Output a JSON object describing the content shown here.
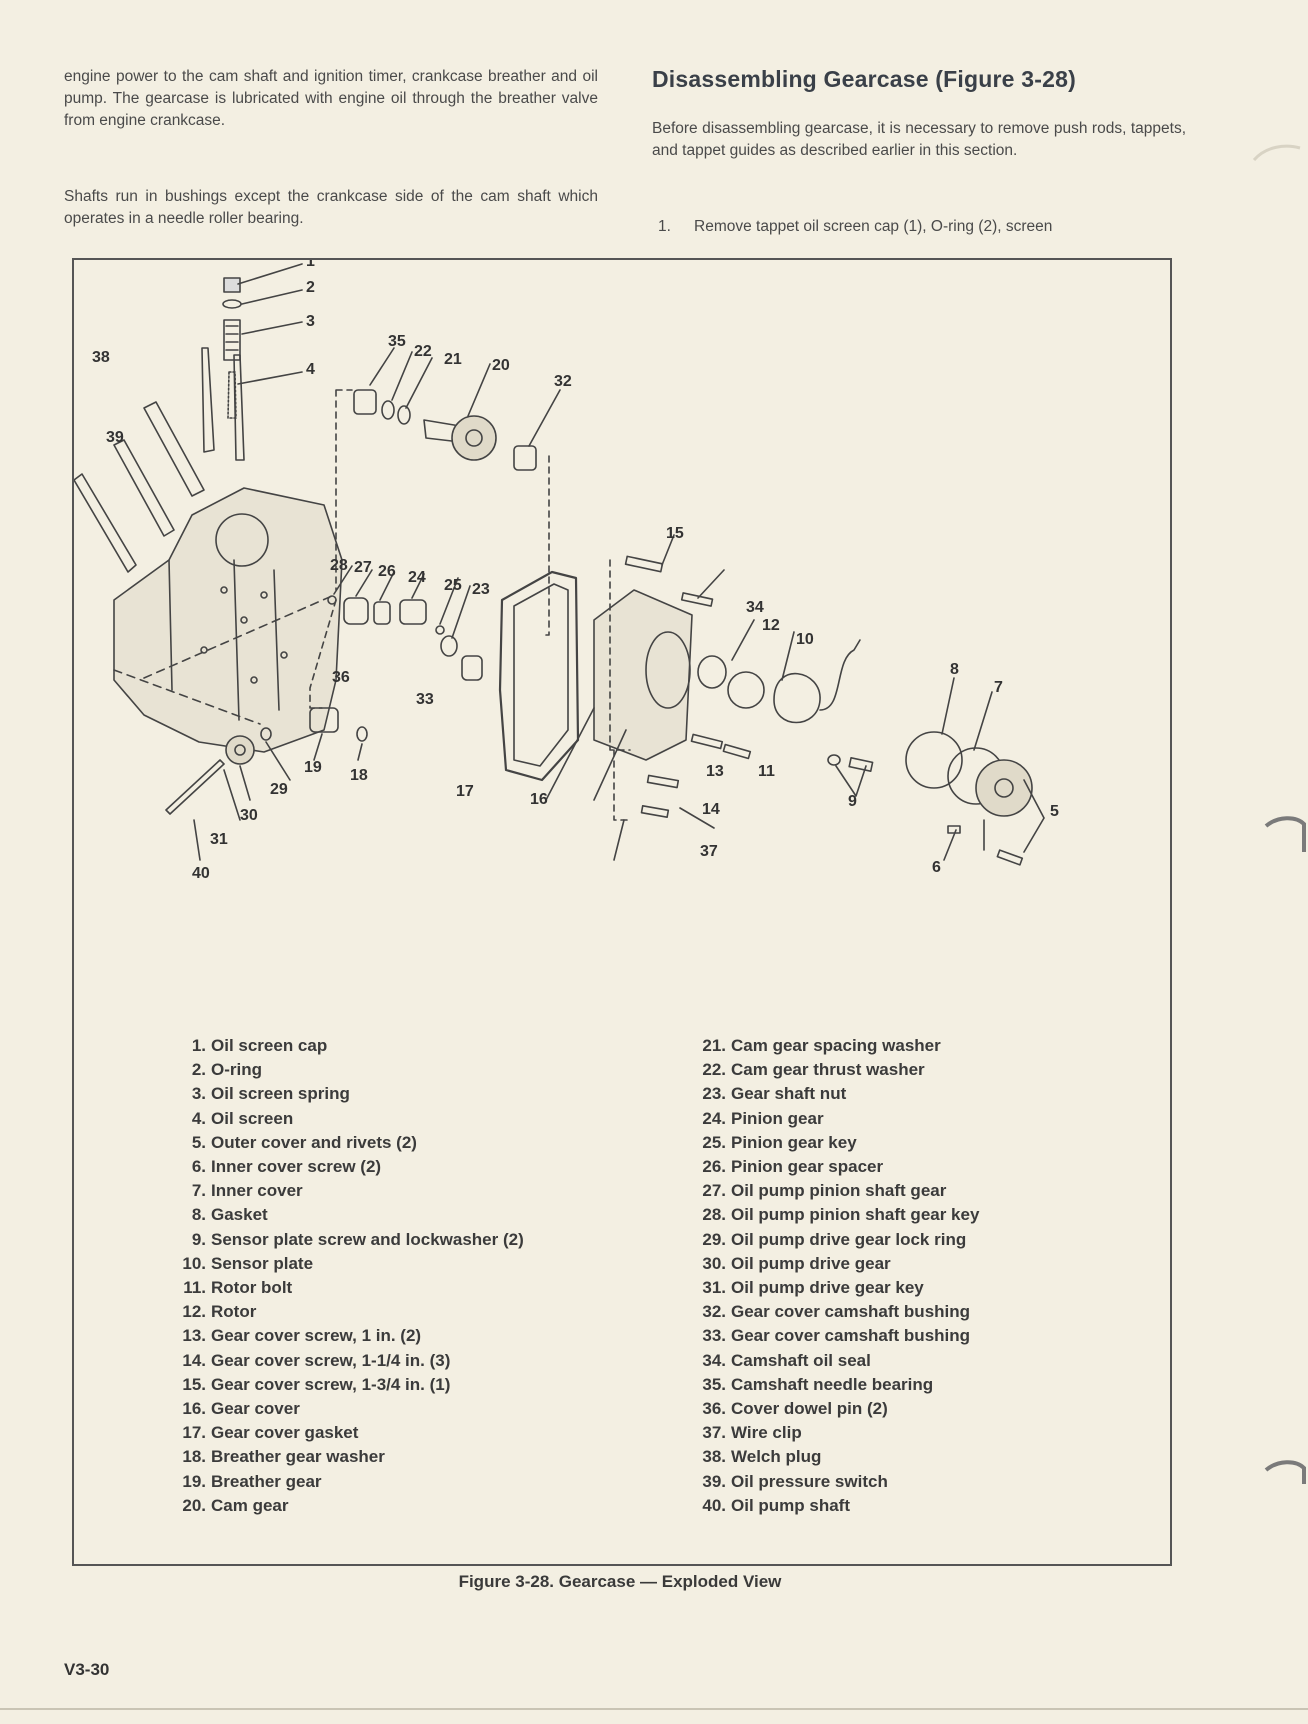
{
  "left_column": {
    "paragraph_1": "engine power to the cam shaft and ignition timer, crankcase breather and oil pump. The gearcase is lubricated with engine oil through the breather valve from engine crankcase.",
    "paragraph_2": "Shafts run in bushings except the crankcase side of the cam shaft which operates in a needle roller bearing."
  },
  "right_column": {
    "heading": "Disassembling Gearcase (Figure 3-28)",
    "paragraph": "Before disassembling gearcase, it is necessary to remove push rods, tappets, and tappet guides as described earlier in this section.",
    "step_1_number": "1.",
    "step_1_text": "Remove tappet oil screen cap (1), O-ring (2), screen"
  },
  "figure": {
    "callouts": [
      "1",
      "2",
      "3",
      "4",
      "5",
      "6",
      "7",
      "8",
      "9",
      "10",
      "11",
      "12",
      "13",
      "14",
      "15",
      "16",
      "17",
      "18",
      "19",
      "20",
      "21",
      "22",
      "23",
      "24",
      "25",
      "26",
      "27",
      "28",
      "29",
      "30",
      "31",
      "32",
      "33",
      "34",
      "35",
      "36",
      "37",
      "38",
      "39",
      "40"
    ],
    "legend": [
      {
        "n": "1.",
        "label": "Oil screen cap"
      },
      {
        "n": "2.",
        "label": "O-ring"
      },
      {
        "n": "3.",
        "label": "Oil screen spring"
      },
      {
        "n": "4.",
        "label": "Oil screen"
      },
      {
        "n": "5.",
        "label": "Outer cover and rivets (2)"
      },
      {
        "n": "6.",
        "label": "Inner cover screw (2)"
      },
      {
        "n": "7.",
        "label": "Inner cover"
      },
      {
        "n": "8.",
        "label": "Gasket"
      },
      {
        "n": "9.",
        "label": "Sensor plate screw and lockwasher (2)"
      },
      {
        "n": "10.",
        "label": "Sensor plate"
      },
      {
        "n": "11.",
        "label": "Rotor bolt"
      },
      {
        "n": "12.",
        "label": "Rotor"
      },
      {
        "n": "13.",
        "label": "Gear cover screw, 1 in. (2)"
      },
      {
        "n": "14.",
        "label": "Gear cover screw, 1-1/4 in. (3)"
      },
      {
        "n": "15.",
        "label": "Gear cover screw, 1-3/4 in. (1)"
      },
      {
        "n": "16.",
        "label": "Gear cover"
      },
      {
        "n": "17.",
        "label": "Gear cover gasket"
      },
      {
        "n": "18.",
        "label": "Breather gear washer"
      },
      {
        "n": "19.",
        "label": "Breather gear"
      },
      {
        "n": "20.",
        "label": "Cam gear"
      },
      {
        "n": "21.",
        "label": "Cam gear spacing washer"
      },
      {
        "n": "22.",
        "label": "Cam gear thrust washer"
      },
      {
        "n": "23.",
        "label": "Gear shaft nut"
      },
      {
        "n": "24.",
        "label": "Pinion gear"
      },
      {
        "n": "25.",
        "label": "Pinion gear key"
      },
      {
        "n": "26.",
        "label": "Pinion gear spacer"
      },
      {
        "n": "27.",
        "label": "Oil pump pinion shaft gear"
      },
      {
        "n": "28.",
        "label": "Oil pump pinion shaft gear key"
      },
      {
        "n": "29.",
        "label": "Oil pump drive gear lock ring"
      },
      {
        "n": "30.",
        "label": "Oil pump drive gear"
      },
      {
        "n": "31.",
        "label": "Oil pump drive gear key"
      },
      {
        "n": "32.",
        "label": "Gear cover camshaft bushing"
      },
      {
        "n": "33.",
        "label": "Gear cover camshaft bushing"
      },
      {
        "n": "34.",
        "label": "Camshaft oil seal"
      },
      {
        "n": "35.",
        "label": "Camshaft needle bearing"
      },
      {
        "n": "36.",
        "label": "Cover dowel pin (2)"
      },
      {
        "n": "37.",
        "label": "Wire clip"
      },
      {
        "n": "38.",
        "label": "Welch plug"
      },
      {
        "n": "39.",
        "label": "Oil pressure switch"
      },
      {
        "n": "40.",
        "label": "Oil pump shaft"
      }
    ],
    "caption": "Figure 3-28. Gearcase — Exploded View"
  },
  "page_number": "V3-30"
}
